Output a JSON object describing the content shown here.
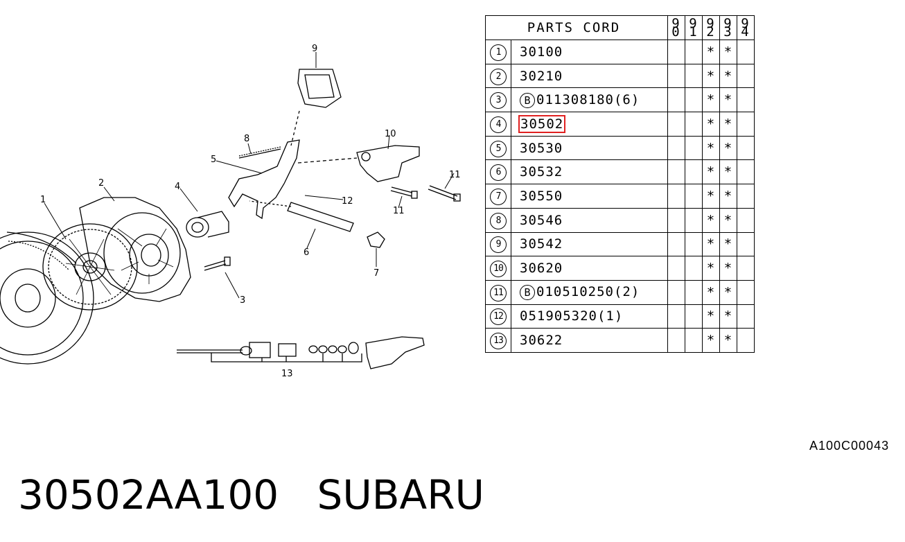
{
  "header": {
    "parts_label": "PARTS CORD",
    "years": [
      "9\n0",
      "9\n1",
      "9\n2",
      "9\n3",
      "9\n4"
    ]
  },
  "rows": [
    {
      "num": "1",
      "code": "30100",
      "bolt": false,
      "marks": [
        "",
        "",
        "*",
        "*",
        ""
      ]
    },
    {
      "num": "2",
      "code": "30210",
      "bolt": false,
      "marks": [
        "",
        "",
        "*",
        "*",
        ""
      ]
    },
    {
      "num": "3",
      "code": "011308180(6)",
      "bolt": true,
      "marks": [
        "",
        "",
        "*",
        "*",
        ""
      ]
    },
    {
      "num": "4",
      "code": "30502",
      "bolt": false,
      "highlight": true,
      "marks": [
        "",
        "",
        "*",
        "*",
        ""
      ]
    },
    {
      "num": "5",
      "code": "30530",
      "bolt": false,
      "marks": [
        "",
        "",
        "*",
        "*",
        ""
      ]
    },
    {
      "num": "6",
      "code": "30532",
      "bolt": false,
      "marks": [
        "",
        "",
        "*",
        "*",
        ""
      ]
    },
    {
      "num": "7",
      "code": "30550",
      "bolt": false,
      "marks": [
        "",
        "",
        "*",
        "*",
        ""
      ]
    },
    {
      "num": "8",
      "code": "30546",
      "bolt": false,
      "marks": [
        "",
        "",
        "*",
        "*",
        ""
      ]
    },
    {
      "num": "9",
      "code": "30542",
      "bolt": false,
      "marks": [
        "",
        "",
        "*",
        "*",
        ""
      ]
    },
    {
      "num": "10",
      "code": "30620",
      "bolt": false,
      "marks": [
        "",
        "",
        "*",
        "*",
        ""
      ]
    },
    {
      "num": "11",
      "code": "010510250(2)",
      "bolt": true,
      "marks": [
        "",
        "",
        "*",
        "*",
        ""
      ]
    },
    {
      "num": "12",
      "code": "051905320(1)",
      "bolt": false,
      "marks": [
        "",
        "",
        "*",
        "*",
        ""
      ]
    },
    {
      "num": "13",
      "code": "30622",
      "bolt": false,
      "marks": [
        "",
        "",
        "*",
        "*",
        ""
      ]
    }
  ],
  "bolt_symbol": "B",
  "diagram": {
    "callouts": [
      "1",
      "2",
      "3",
      "4",
      "5",
      "6",
      "7",
      "8",
      "9",
      "10",
      "11",
      "11",
      "12",
      "13"
    ]
  },
  "ref_code": "A100C00043",
  "caption": {
    "part_number": "30502AA100",
    "brand": "SUBARU"
  },
  "colors": {
    "highlight": "#e02020",
    "ink": "#000000"
  }
}
